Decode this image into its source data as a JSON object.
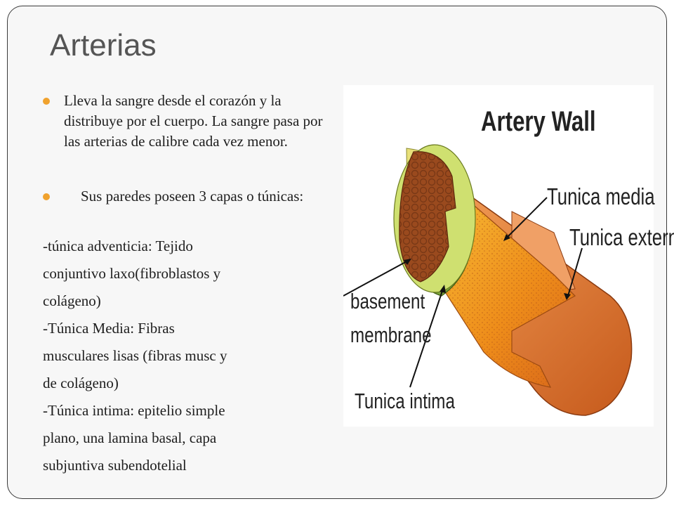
{
  "slide": {
    "title": "Arterias",
    "bullets": [
      "Lleva la sangre desde el corazón y la distribuye por el cuerpo. La sangre pasa por las arterias de calibre cada vez menor.",
      "Sus paredes poseen 3 capas o túnicas:"
    ],
    "lines": [
      "-túnica adventicia: Tejido",
      "conjuntivo laxo(fibroblastos y",
      "colágeno)",
      "-Túnica Media: Fibras",
      "musculares lisas (fibras musc y",
      "de colágeno)",
      "-Túnica intima: epitelio simple",
      "plano, una lamina basal, capa",
      "subjuntiva subendotelial"
    ],
    "colors": {
      "bullet": "#f0a22e",
      "title": "#555555"
    }
  },
  "figure": {
    "title": "Artery Wall",
    "labels": {
      "media": "Tunica media",
      "externa": "Tunica externa",
      "basement_1": "basement",
      "basement_2": "membrane",
      "intima": "Tunica intima"
    }
  }
}
